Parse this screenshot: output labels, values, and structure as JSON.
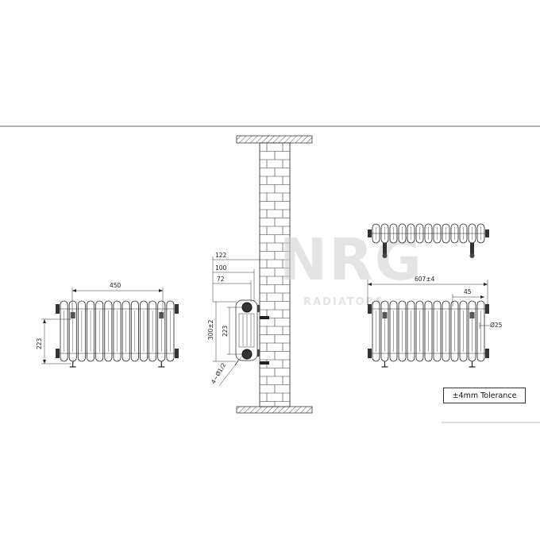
{
  "front_view": {
    "width_label": "450",
    "height_label": "223",
    "column_count": 13
  },
  "side_view": {
    "dim_122": "122",
    "dim_100": "100",
    "dim_72": "72",
    "height_total": "300±2",
    "height_inner": "223",
    "thread_label": "4~Ø1/2"
  },
  "right_view": {
    "overall_width": "607±4",
    "dim_45": "45",
    "pipe_diameter": "Ø25",
    "column_count": 13
  },
  "watermark": {
    "brand": "NRG",
    "sub": "RADIATORS"
  },
  "tolerance": {
    "text": "±4mm Tolerance"
  }
}
